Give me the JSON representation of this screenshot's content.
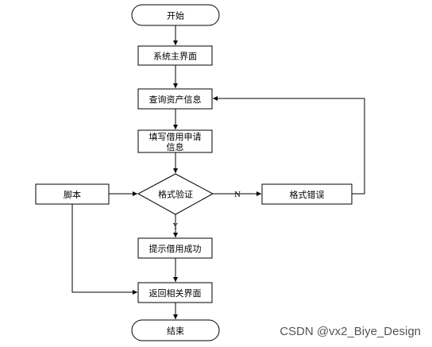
{
  "nodes": {
    "start": "开始",
    "main": "系统主界面",
    "query": "查询资产信息",
    "fill_line1": "填写借用申请",
    "fill_line2": "信息",
    "verify": "格式验证",
    "error": "格式错误",
    "script": "脚本",
    "success": "提示借用成功",
    "back": "返回相关界面",
    "end": "结束"
  },
  "edge_labels": {
    "no": "N",
    "yes": "Y"
  },
  "watermark": "CSDN @vx2_Biye_Design"
}
